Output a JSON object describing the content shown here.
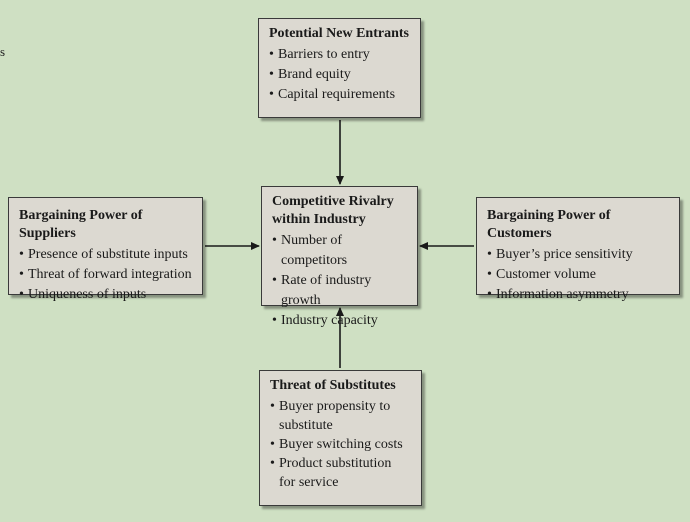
{
  "edge_text": "s",
  "new_entrants": {
    "title": "Potential New Entrants",
    "items": [
      "Barriers to entry",
      "Brand equity",
      "Capital requirements"
    ]
  },
  "suppliers": {
    "title": "Bargaining Power of Suppliers",
    "items": [
      "Presence of substitute inputs",
      "Threat of forward integration",
      "Uniqueness of inputs"
    ]
  },
  "rivalry": {
    "title_line1": "Competitive Rivalry",
    "title_line2": "within Industry",
    "items": [
      "Number of competitors",
      "Rate of industry growth",
      "Industry capacity"
    ]
  },
  "customers": {
    "title": "Bargaining Power of Customers",
    "items": [
      "Buyer’s price sensitivity",
      "Customer volume",
      "Information asymmetry"
    ]
  },
  "substitutes": {
    "title": "Threat of Substitutes",
    "items": [
      "Buyer propensity to substitute",
      "Buyer switching costs",
      "Product substitution for service"
    ]
  },
  "colors": {
    "background": "#cfe0c3",
    "box_fill": "#dcd9d1",
    "line": "#1a1a1a"
  }
}
